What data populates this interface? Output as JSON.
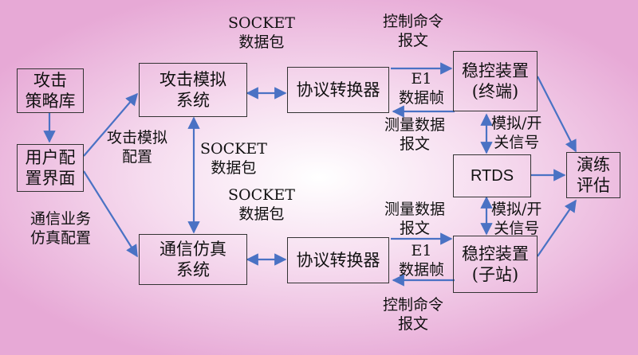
{
  "nodes": {
    "attack_lib": "攻击\n策略库",
    "user_ui": "用户配\n置界面",
    "attack_sim": "攻击模拟\n系统",
    "comm_sim": "通信仿真\n系统",
    "conv_top": "协议转换器",
    "conv_bottom": "协议转换器",
    "stab_terminal": "稳控装置\n(终端)",
    "stab_substation": "稳控装置\n(子站)",
    "rtds": "RTDS",
    "eval": "演练\n评估"
  },
  "labels": {
    "socket_top": "SOCKET\n数据包",
    "socket_mid": "SOCKET\n数据包",
    "socket_bot": "SOCKET\n数据包",
    "attack_cfg": "攻击模拟\n配置",
    "comm_cfg": "通信业务\n仿真配置",
    "ctrl_top": "控制命令\n报文",
    "e1_top": "E1\n数据帧",
    "meas_top": "测量数据\n报文",
    "analog_top": "模拟/开\n关信号",
    "analog_bot": "模拟/开\n关信号",
    "meas_bot": "测量数据\n报文",
    "e1_bot": "E1\n数据帧",
    "ctrl_bot": "控制命令\n报文"
  },
  "colors": {
    "arrow": "#4a72c4",
    "border": "#333333"
  }
}
